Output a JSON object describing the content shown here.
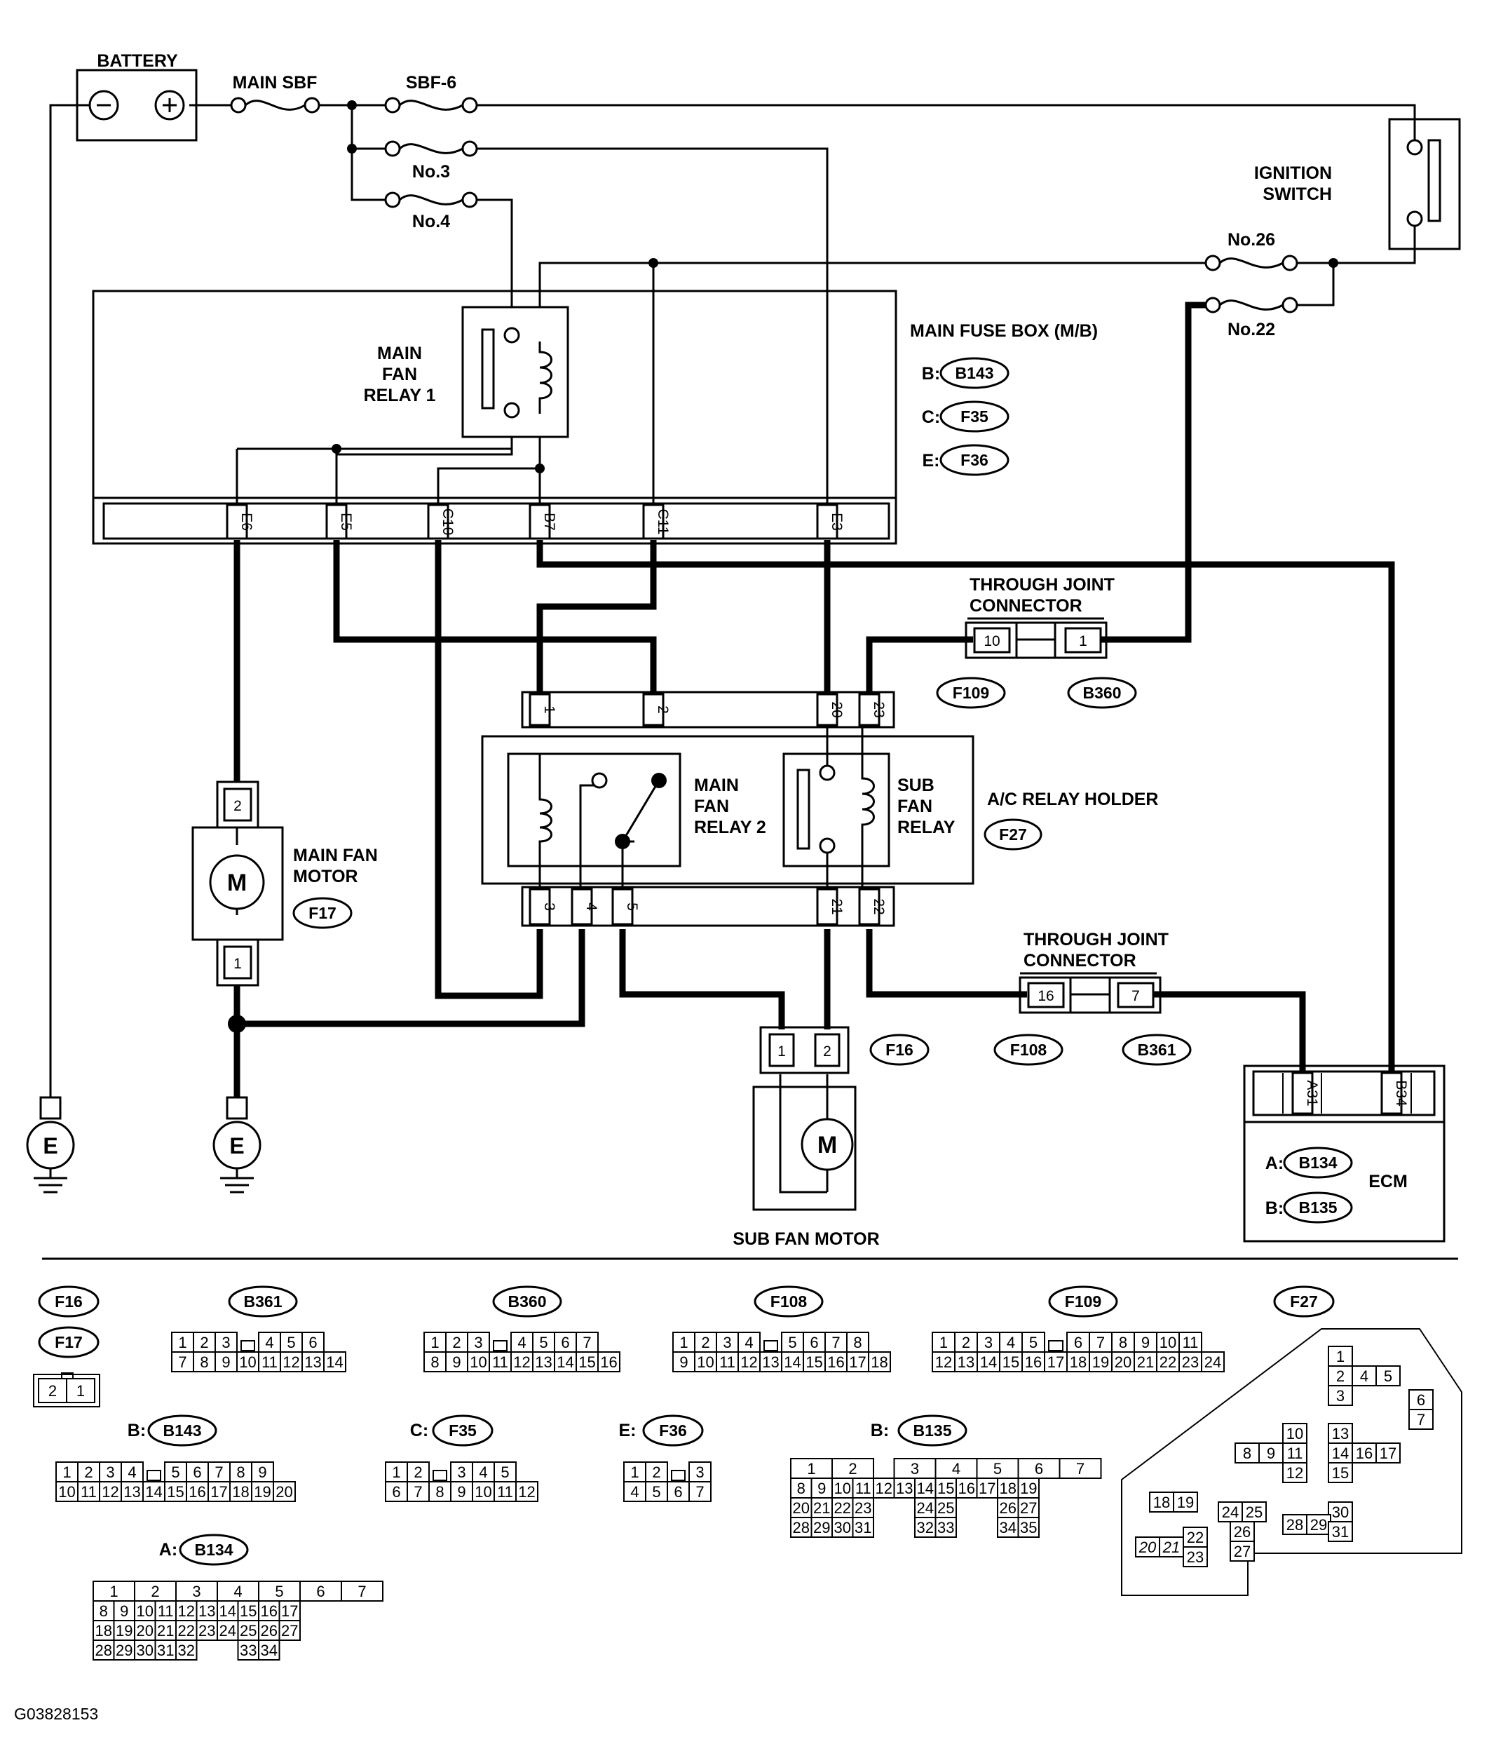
{
  "labels": {
    "battery": "BATTERY",
    "main_sbf": "MAIN SBF",
    "sbf6": "SBF-6",
    "no3": "No.3",
    "no4": "No.4",
    "no26": "No.26",
    "no22": "No.22",
    "ignition_switch_1": "IGNITION",
    "ignition_switch_2": "SWITCH",
    "main_fuse_box": "MAIN FUSE BOX (M/B)",
    "main_fan_relay1_1": "MAIN",
    "main_fan_relay1_2": "FAN",
    "main_fan_relay1_3": "RELAY 1",
    "main_fan_relay2_1": "MAIN",
    "main_fan_relay2_2": "FAN",
    "main_fan_relay2_3": "RELAY 2",
    "sub_fan_relay_1": "SUB",
    "sub_fan_relay_2": "FAN",
    "sub_fan_relay_3": "RELAY",
    "ac_relay_holder": "A/C RELAY HOLDER",
    "main_fan_motor_1": "MAIN FAN",
    "main_fan_motor_2": "MOTOR",
    "sub_fan_motor": "SUB FAN MOTOR",
    "through_joint_1a": "THROUGH JOINT",
    "through_joint_1b": "CONNECTOR",
    "through_joint_2a": "THROUGH JOINT",
    "through_joint_2b": "CONNECTOR",
    "ecm": "ECM",
    "motor_m": "M",
    "ground_e": "E",
    "figure_id": "G03828153"
  },
  "fuse_box_refs": [
    {
      "prefix": "B:",
      "conn": "B143"
    },
    {
      "prefix": "C:",
      "conn": "F35"
    },
    {
      "prefix": "E:",
      "conn": "F36"
    }
  ],
  "ecm_refs": [
    {
      "prefix": "A:",
      "conn": "B134"
    },
    {
      "prefix": "B:",
      "conn": "B135"
    }
  ],
  "connectors": {
    "f17": "F17",
    "f16": "F16",
    "f27": "F27",
    "f109": "F109",
    "b360": "B360",
    "f108": "F108",
    "b361": "B361"
  },
  "fuse_box_pins": [
    "E6",
    "E5",
    "C10",
    "B7",
    "C11",
    "E3"
  ],
  "relay_top_pins": [
    "1",
    "2",
    "20",
    "23"
  ],
  "relay_bottom_pins": [
    "3",
    "4",
    "5",
    "21",
    "22"
  ],
  "ecm_pins": [
    "A31",
    "B34"
  ],
  "joint1_pins": [
    "10",
    "1"
  ],
  "joint2_pins": [
    "16",
    "7"
  ],
  "motor_pins": {
    "main_top": "2",
    "main_bottom": "1",
    "sub_left": "1",
    "sub_right": "2"
  },
  "legend": {
    "f16": "F16",
    "f17": "F17",
    "b361": "B361",
    "b360": "B360",
    "f108": "F108",
    "f109": "F109",
    "f27": "F27",
    "b143": "B143",
    "f35": "F35",
    "f36": "F36",
    "b135": "B135",
    "b134": "B134",
    "prefix_b": "B:",
    "prefix_c": "C:",
    "prefix_e": "E:",
    "prefix_a": "A:"
  }
}
